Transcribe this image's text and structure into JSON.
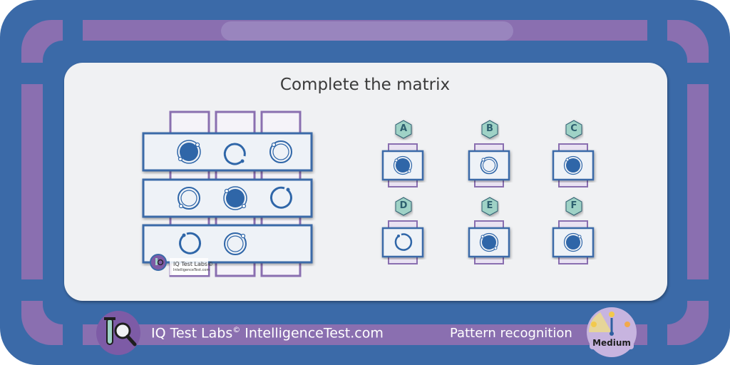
{
  "puzzle": {
    "title": "Complete the matrix",
    "options": [
      "A",
      "B",
      "C",
      "D",
      "E",
      "F"
    ]
  },
  "footer": {
    "brand": "IQ Test Labs",
    "brand_mark": "©",
    "site": "IntelligenceTest.com",
    "category": "Pattern recognition",
    "difficulty": "Medium"
  },
  "watermark": {
    "line1": "IQ Test Labs©",
    "line2": "IntelligenceTest.com"
  },
  "icons": {
    "logo": "test-tube-magnifier-icon",
    "difficulty": "difficulty-gauge-icon"
  },
  "colors": {
    "frame_blue": "#3b6aa8",
    "frame_purple": "#8a6fb0",
    "shape_blue": "#2f66a8",
    "option_badge": "#9fd2c6"
  }
}
